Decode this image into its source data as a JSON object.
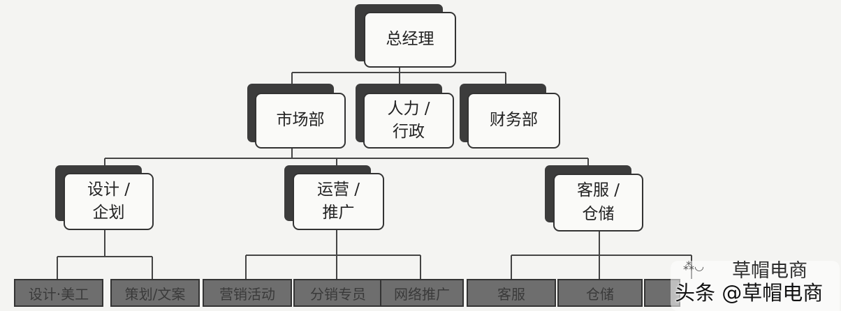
{
  "root": {
    "label": "总经理"
  },
  "departments": [
    {
      "line1": "市场部",
      "line2": ""
    },
    {
      "line1": "人力 /",
      "line2": "行政"
    },
    {
      "line1": "财务部",
      "line2": ""
    }
  ],
  "groups": [
    {
      "line1": "设计 /",
      "line2": "企划",
      "leaves": [
        "设计·美工",
        "策划/文案"
      ]
    },
    {
      "line1": "运营 /",
      "line2": "推广",
      "leaves": [
        "营销活动",
        "分销专员",
        "网络推广"
      ]
    },
    {
      "line1": "客服 /",
      "line2": "仓储",
      "leaves": [
        "客服",
        "仓储",
        ""
      ]
    }
  ],
  "watermark": {
    "account": "草帽电商",
    "platform_text": "头条 @草帽电商"
  }
}
